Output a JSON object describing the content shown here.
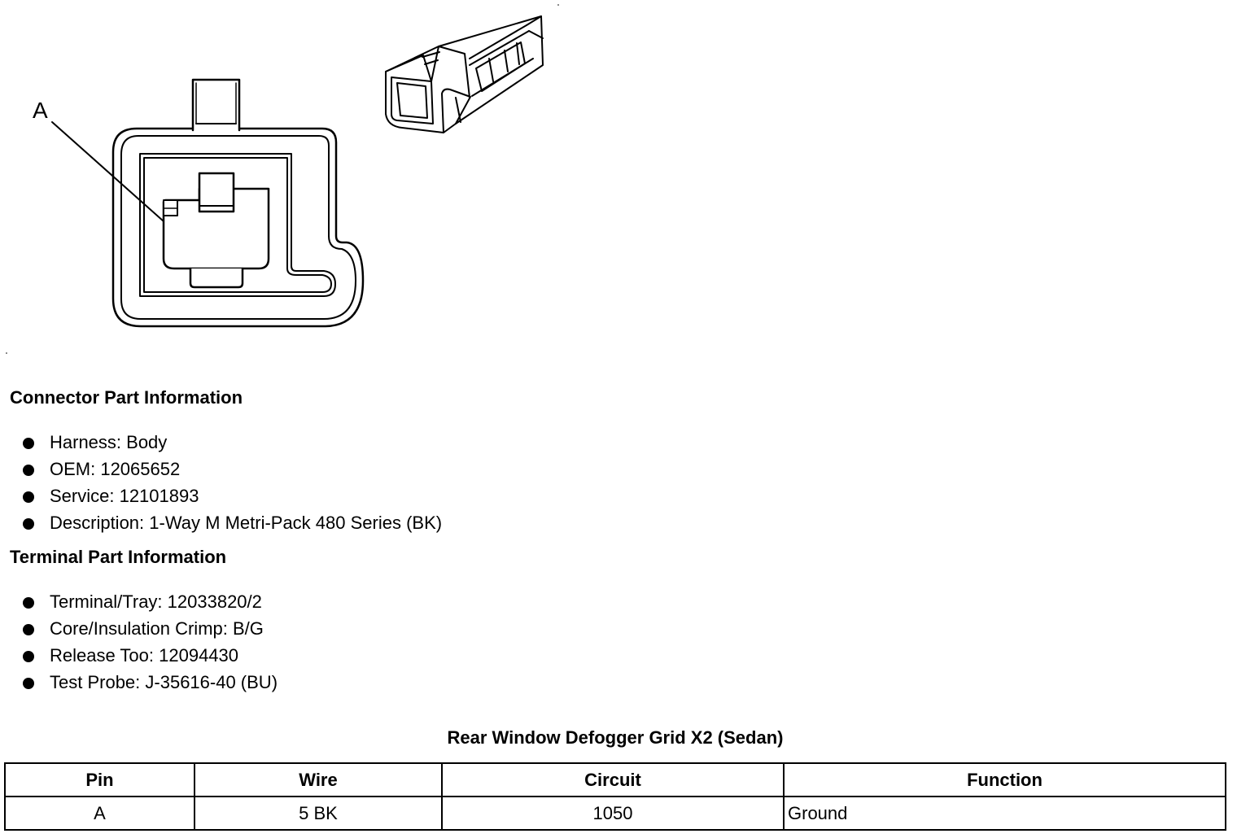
{
  "diagram": {
    "callout_label": "A"
  },
  "connector_section": {
    "title": "Connector Part Information",
    "items": [
      "Harness: Body",
      "OEM: 12065652",
      "Service: 12101893",
      "Description: 1-Way M Metri-Pack 480 Series (BK)"
    ]
  },
  "terminal_section": {
    "title": "Terminal Part Information",
    "items": [
      "Terminal/Tray: 12033820/2",
      "Core/Insulation Crimp: B/G",
      "Release Too: 12094430",
      "Test Probe: J-35616-40 (BU)"
    ]
  },
  "pin_table": {
    "title": "Rear Window Defogger Grid X2 (Sedan)",
    "headers": [
      "Pin",
      "Wire",
      "Circuit",
      "Function"
    ],
    "rows": [
      [
        "A",
        "5 BK",
        "1050",
        "Ground"
      ]
    ]
  }
}
